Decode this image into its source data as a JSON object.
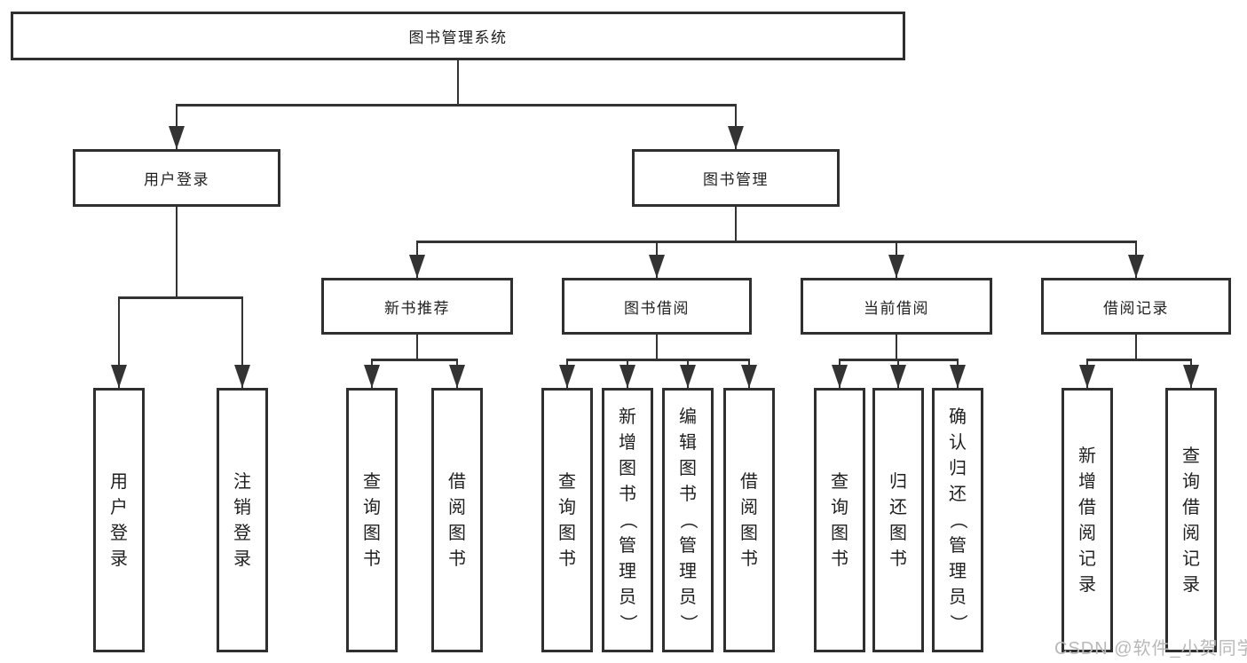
{
  "diagram": {
    "root": {
      "label": "图书管理系统"
    },
    "branches": [
      {
        "label": "用户登录",
        "children": [
          {
            "label": "用户登录"
          },
          {
            "label": "注销登录"
          }
        ]
      },
      {
        "label": "图书管理",
        "children": [
          {
            "label": "新书推荐",
            "children": [
              {
                "label": "查询图书"
              },
              {
                "label": "借阅图书"
              }
            ]
          },
          {
            "label": "图书借阅",
            "children": [
              {
                "label": "查询图书"
              },
              {
                "label": "新增图书（管理员）"
              },
              {
                "label": "编辑图书（管理员）"
              },
              {
                "label": "借阅图书"
              }
            ]
          },
          {
            "label": "当前借阅",
            "children": [
              {
                "label": "查询图书"
              },
              {
                "label": "归还图书"
              },
              {
                "label": "确认归还（管理员）"
              }
            ]
          },
          {
            "label": "借阅记录",
            "children": [
              {
                "label": "新增借阅记录"
              },
              {
                "label": "查询借阅记录"
              }
            ]
          }
        ]
      }
    ]
  },
  "watermark": "CSDN @软件_小贺同学",
  "colors": {
    "line": "#333333",
    "box_border": "#2f2f2f",
    "text": "#1f1f1f",
    "watermark": "#b9b9b9",
    "background": "#ffffff"
  }
}
